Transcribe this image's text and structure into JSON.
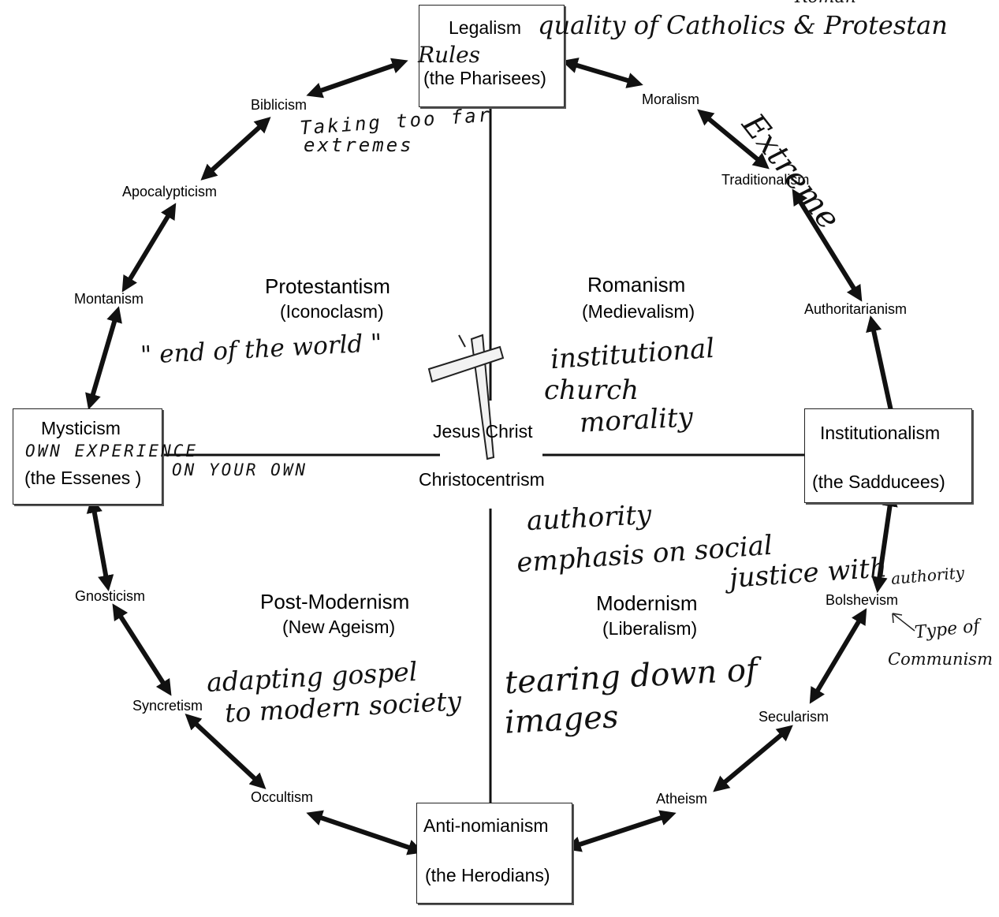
{
  "center": {
    "name": "Jesus Christ",
    "label": "Christocentrism"
  },
  "corners": {
    "top": {
      "line1": "Legalism",
      "line2": "(the Pharisees)"
    },
    "right": {
      "line1": "Institutionalism",
      "line2": "(the Sadducees)"
    },
    "bottom": {
      "line1": "Anti-nomianism",
      "line2": "(the Herodians)"
    },
    "left": {
      "line1": "Mysticism",
      "line2": "(the Essenes )"
    }
  },
  "quadrants": {
    "top_left": {
      "title": "Protestantism",
      "subtitle": "(Iconoclasm)"
    },
    "top_right": {
      "title": "Romanism",
      "subtitle": "(Medievalism)"
    },
    "bottom_left": {
      "title": "Post-Modernism",
      "subtitle": "(New Ageism)"
    },
    "bottom_right": {
      "title": "Modernism",
      "subtitle": "(Liberalism)"
    }
  },
  "ring_nodes": {
    "biblicism": "Biblicism",
    "moralism": "Moralism",
    "apocalypticism": "Apocalypticism",
    "traditionalism": "Traditionalism",
    "montanism": "Montanism",
    "authoritarianism": "Authoritarianism",
    "gnosticism": "Gnosticism",
    "bolshevism": "Bolshevism",
    "syncretism": "Syncretism",
    "secularism": "Secularism",
    "occultism": "Occultism",
    "atheism": "Atheism"
  },
  "handwritten_notes": {
    "roman_top": "Roman",
    "quality": "quality of Catholics & Protestan",
    "rules": "Rules",
    "extreme": "Extreme",
    "taking_far_1": "Taking too far",
    "taking_far_2": "extremes",
    "end_world": "\" end of the world \"",
    "institutional_1": "institutional",
    "institutional_2": "church",
    "institutional_3": "morality",
    "own_experience": "OWN EXPERIENCE",
    "on_your_own": "ON YOUR OWN",
    "authority": "authority",
    "social_1": "emphasis on social",
    "social_2": "justice with",
    "social_3": "authority",
    "type_of_1": "Type of",
    "type_of_2": "Communism",
    "adapting_1": "adapting gospel",
    "adapting_2": "to modern society",
    "tearing_1": "tearing down of",
    "tearing_2": "images"
  },
  "colors": {
    "ink": "#111111",
    "cross_wood": "#f2f2f2",
    "box_border": "#222222"
  }
}
